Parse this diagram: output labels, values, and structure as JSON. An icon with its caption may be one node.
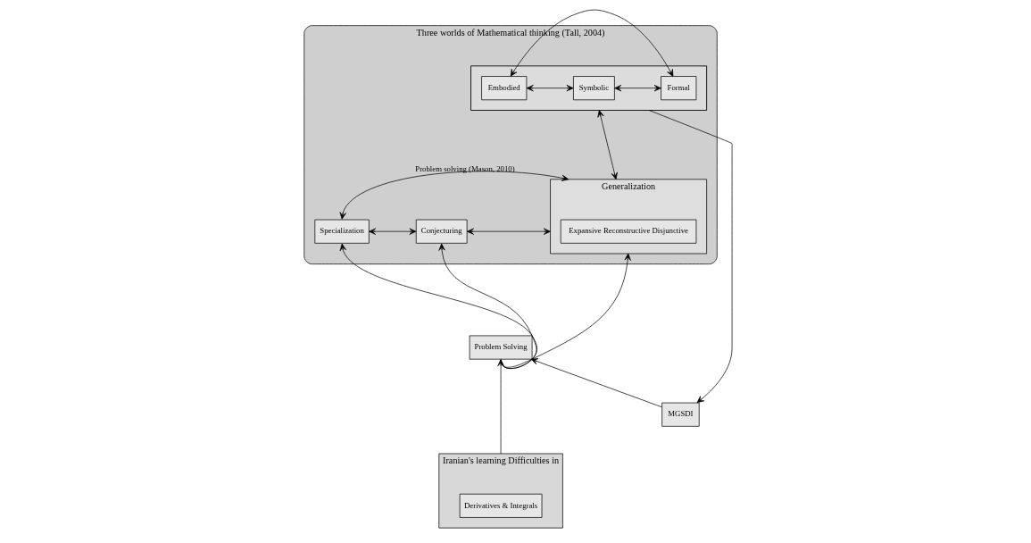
{
  "diagram": {
    "nodes": [
      {
        "text": [
          "Three worlds of Mathematical thinking (Tall, 2004)"
        ]
      },
      {
        "text": [],
        "shape": "box",
        "in": 0
      },
      {
        "text": [
          "Embodied"
        ],
        "in": 1
      },
      {
        "text": [
          "Symbolic"
        ],
        "in": 1
      },
      {
        "text": [
          "Formal"
        ],
        "in": 1
      },
      {
        "text": [
          "Iranian's learning Difficulties in"
        ]
      },
      {
        "text": [
          "Derivatives & Integrals"
        ],
        "in": 5
      },
      {
        "text": [
          "MGSDI"
        ]
      },
      {
        "text": [
          "Specialization"
        ],
        "in": 0
      },
      {
        "text": [
          "Conjecturing"
        ],
        "in": 0
      },
      {
        "text": [
          "Generalization"
        ],
        "in": 0
      },
      {
        "text": [
          "Expansive Reconstructive Disjunctive"
        ],
        "in": 10
      },
      {
        "text": [
          "Problem Solving"
        ]
      }
    ],
    "edges": [
      {
        "from": 2,
        "to": 4,
        "arrow": "both"
      },
      {
        "from": 2,
        "to": 3,
        "arrow": "both"
      },
      {
        "from": 3,
        "to": 4,
        "arrow": "both"
      },
      {
        "from": 1,
        "to": 10,
        "arrow": "both"
      },
      {
        "from": 1,
        "to": 7,
        "arrow": "to"
      },
      {
        "from": 10,
        "to": 8,
        "arrow": "both",
        "label": "Problem solving (Mason, 2010)"
      },
      {
        "from": 8,
        "to": 9,
        "arrow": "both"
      },
      {
        "from": 9,
        "to": 10,
        "arrow": "both"
      },
      {
        "from": 12,
        "to": 9,
        "arrow": "to"
      },
      {
        "from": 12,
        "to": 8,
        "arrow": "to"
      },
      {
        "from": 12,
        "to": 10,
        "arrow": "to"
      },
      {
        "from": 5,
        "to": 12,
        "arrow": "to"
      },
      {
        "from": 7,
        "to": 12,
        "arrow": "to"
      }
    ]
  }
}
